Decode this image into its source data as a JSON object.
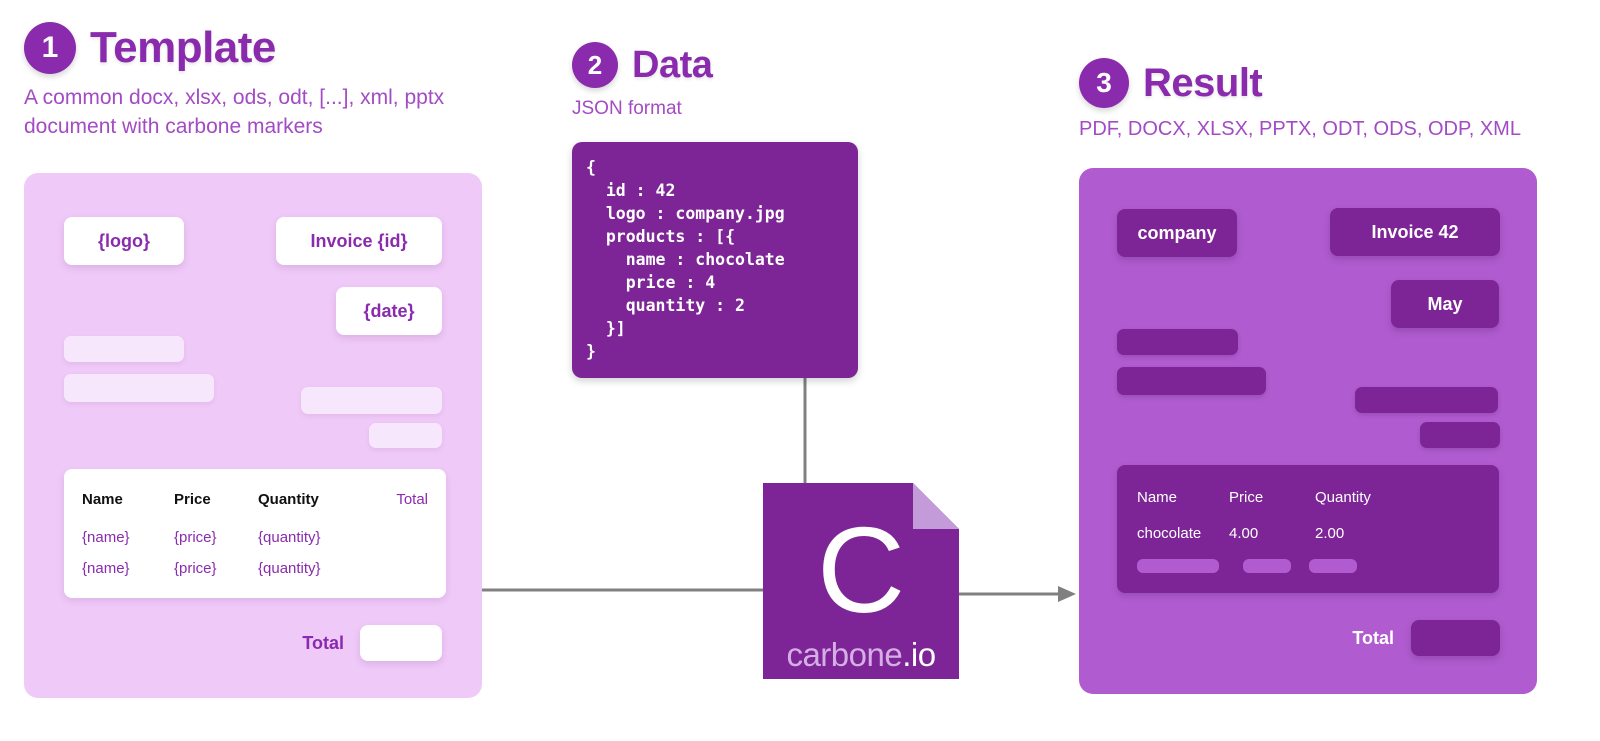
{
  "steps": [
    {
      "number": "1",
      "title": "Template",
      "subtitle": "A common docx, xlsx, ods, odt, [...], xml, pptx document with carbone markers"
    },
    {
      "number": "2",
      "title": "Data",
      "subtitle": "JSON format"
    },
    {
      "number": "3",
      "title": "Result",
      "subtitle": "PDF, DOCX, XLSX, PPTX, ODT, ODS, ODP, XML"
    }
  ],
  "template_card": {
    "logo_placeholder": "{logo}",
    "invoice_placeholder": "Invoice {id}",
    "date_placeholder": "{date}",
    "table": {
      "headers": [
        "Name",
        "Price",
        "Quantity",
        "Total"
      ],
      "rows": [
        [
          "{name}",
          "{price}",
          "{quantity}",
          ""
        ],
        [
          "{name}",
          "{price}",
          "{quantity}",
          ""
        ]
      ]
    },
    "total_label": "Total",
    "total_value": ""
  },
  "data_card": {
    "json": "{\n  id : 42\n  logo : company.jpg\n  products : [{\n    name : chocolate\n    price : 4\n    quantity : 2\n  }]\n}"
  },
  "result_card": {
    "logo_value": "company",
    "invoice_value": "Invoice 42",
    "date_value": "May",
    "table": {
      "headers": [
        "Name",
        "Price",
        "Quantity"
      ],
      "rows": [
        [
          "chocolate",
          "4.00",
          "2.00"
        ]
      ]
    },
    "total_label": "Total",
    "total_value": ""
  },
  "carbone": {
    "mark": "C",
    "word": "carbone",
    "tld": ".io"
  },
  "colors": {
    "primary_purple": "#8A2BAE",
    "deep_purple": "#7D2596",
    "light_lilac": "#EFC9F7",
    "skeleton_lilac": "#F7E7FD",
    "result_purple": "#B05CD0",
    "subtitle_purple": "#A34BC4",
    "connector_gray": "#808080"
  }
}
